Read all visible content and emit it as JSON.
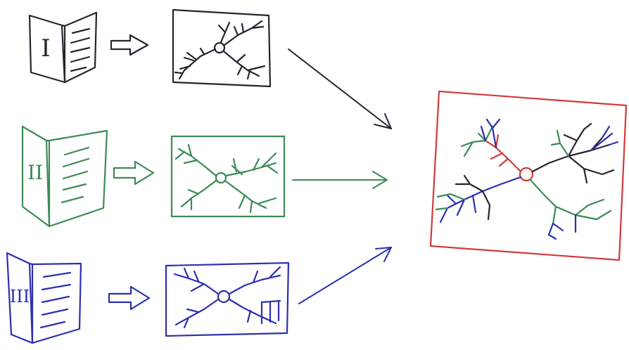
{
  "colors": {
    "row1": "#2a2230",
    "row2": "#3d8a55",
    "row3": "#2c2fb0",
    "merged_frame": "#d23a3a",
    "merged_red_branch": "#cc3b3b",
    "background": "#ffffff"
  },
  "rows": [
    {
      "label": "I",
      "color_key": "row1"
    },
    {
      "label": "II",
      "color_key": "row2"
    },
    {
      "label": "III",
      "color_key": "row3"
    }
  ],
  "icons": {
    "document": "open-book-icon",
    "process_arrow": "hollow-right-arrow-icon",
    "tree": "branching-tree-icon"
  }
}
